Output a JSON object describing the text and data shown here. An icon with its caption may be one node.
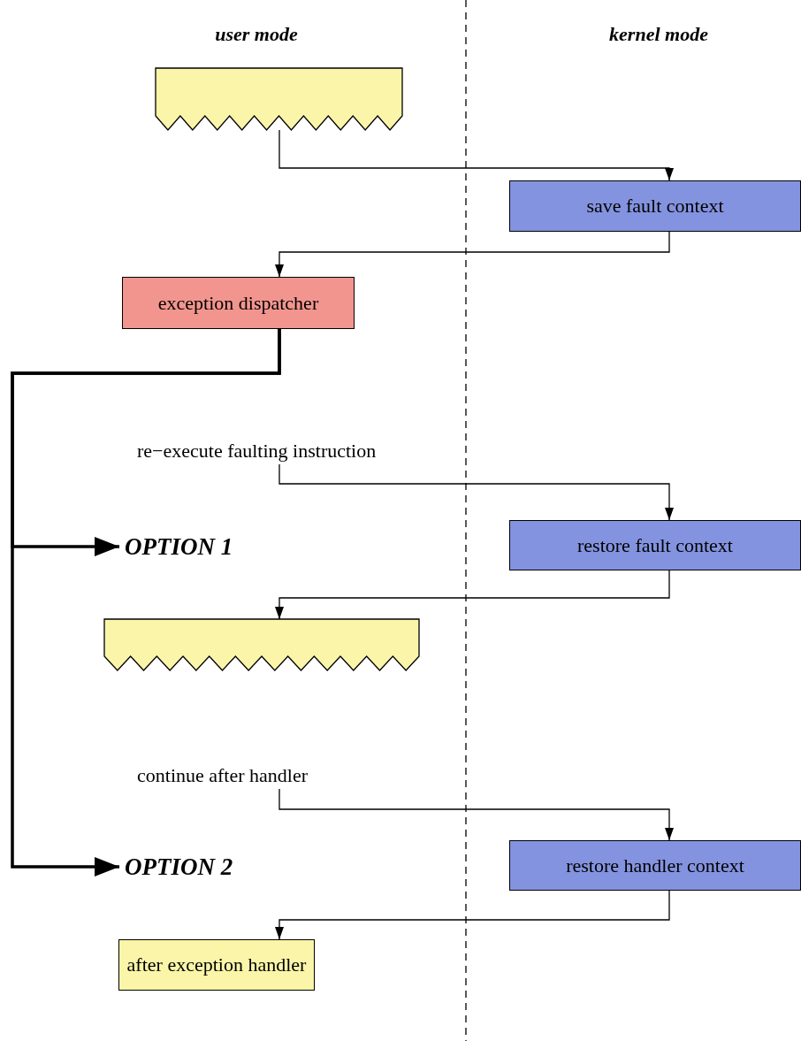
{
  "diagram": {
    "nodes": [
      {
        "text": [],
        "shape": "box"
      },
      {
        "text": [
          "save fault context"
        ]
      },
      {
        "text": [
          "exception dispatcher"
        ]
      },
      {
        "text": [
          "re−execute faulting instruction"
        ]
      },
      {
        "text": [
          "OPTION 1"
        ]
      },
      {
        "text": [
          "restore fault context"
        ]
      },
      {
        "text": [],
        "shape": "box"
      },
      {
        "text": [
          "continue after handler"
        ]
      },
      {
        "text": [
          "OPTION 2"
        ]
      },
      {
        "text": [
          "restore handler context"
        ]
      },
      {
        "text": [
          "after exception handler"
        ]
      }
    ],
    "edges": [
      {
        "from": 0,
        "to": 1,
        "arrow": "to"
      },
      {
        "from": 1,
        "to": 2,
        "arrow": "to"
      },
      {
        "from": 2,
        "to": 4,
        "arrow": "to",
        "style": "thick"
      },
      {
        "from": 2,
        "to": 8,
        "arrow": "to",
        "style": "thick"
      },
      {
        "from": 3,
        "to": 5,
        "arrow": "to"
      },
      {
        "from": 5,
        "to": 6,
        "arrow": "to"
      },
      {
        "from": 7,
        "to": 9,
        "arrow": "to"
      },
      {
        "from": 9,
        "to": 10,
        "arrow": "to"
      }
    ],
    "labels": [
      "user mode",
      "kernel mode"
    ]
  }
}
